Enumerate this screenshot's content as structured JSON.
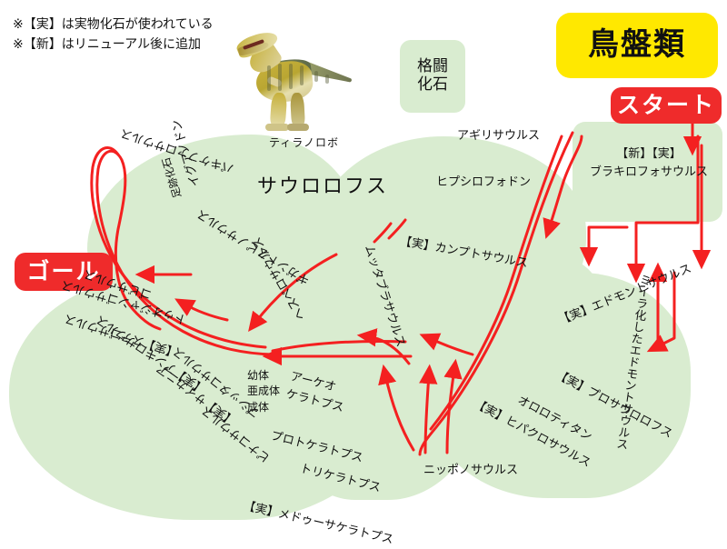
{
  "notes": {
    "line1": "※【実】は実物化石が使われている",
    "line2": "※【新】はリニューアル後に追加"
  },
  "boxes": {
    "group_title": "鳥盤類",
    "start": "スタート",
    "goal": "ゴール",
    "fighting_fossil": "格闘\n化石"
  },
  "photo_caption": "ティラノロボ",
  "colors": {
    "yellow": "#ffe800",
    "red": "#ef2b2b",
    "green": "#d9ecd0",
    "arrow": "#f42020"
  },
  "labels": {
    "brachiolophosaurus": "【新】【実】\nブラキロフォサウルス",
    "agilisaurus": "アギリサウルス",
    "hypsilophodon": "ヒプシロフォドン",
    "camptosaurus": "【実】カンプトサウルス",
    "muttaburrasaurus": "ムッタブラサウルス",
    "saurolophus": "サウロロフス",
    "pachycephalosaurus": "パキケファロサウルス",
    "iguanodon": "イグアノドン",
    "iguanodon_footprint": "足跡化石",
    "stegosaurus": "【実】ステゴサウルス",
    "gigantspinosaurus": "ギガントスピノサウルス",
    "hesperosaurus": "ヘスペロサウルス",
    "tuojiangosaurus": "トゥオジャンゴサウルス",
    "ankylosaurus": "【実】アンキロサウルス",
    "saichania": "【実】サイカニア",
    "pinacosaurus": "ピナコサウルス",
    "gobisaurus": "ゴビサウルス",
    "psittacosaurus": "プシッタコサウルス",
    "archaeoceratops": "アーケオ\nケラトプス",
    "protoceratops": "プロトケラトプス",
    "triceratops": "トリケラトプス",
    "medusaceratops": "【実】メドゥーサケラトプス",
    "growth_stage": "幼体\n亜成体\n成体",
    "nipponosaurus": "ニッポノサウルス",
    "edmontosaurus": "【実】エドモントサウルス",
    "mummy_edmontosaurus": "ミイラ化したエドモントサウルス",
    "prosaurolophus": "【実】プロサウロロフス",
    "ororotitan": "オロロティタン",
    "hypacrosaurus": "【実】ヒパクロサウルス"
  }
}
